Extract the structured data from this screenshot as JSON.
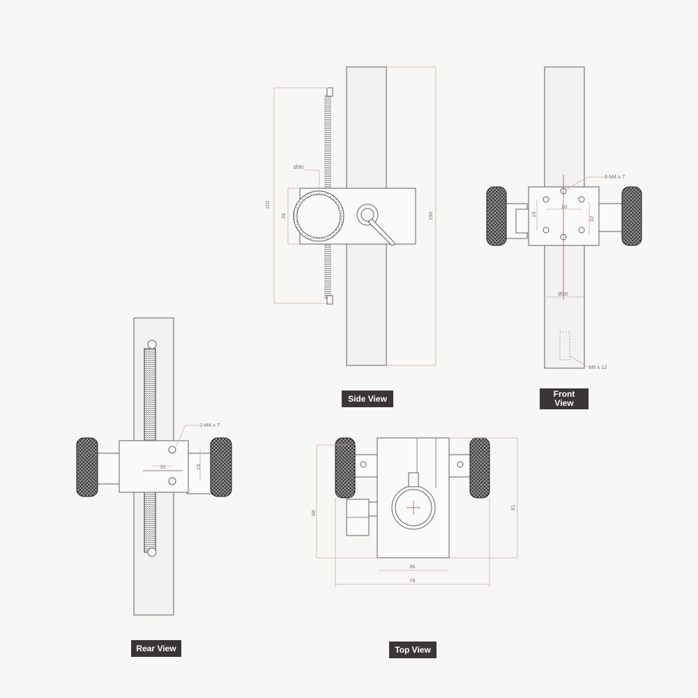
{
  "views": {
    "side": {
      "label": "Side View"
    },
    "front": {
      "label_line1": "Front",
      "label_line2": "View"
    },
    "rear": {
      "label": "Rear View"
    },
    "top": {
      "label": "Top View"
    }
  },
  "dimensions": {
    "side_height_total": "150",
    "side_rack_length": "110",
    "side_block_height": "28",
    "side_gear_diameter": "Ø30",
    "front_holes": "6-M4 x 7",
    "front_hole_spacing_h": "20",
    "front_hole_spacing_v": "15",
    "front_block_height": "22",
    "front_rod_diameter": "Ø20",
    "front_bottom_thread": "M6 x 12",
    "rear_holes": "2-M4 x 7",
    "rear_hole_spacing_h": "10",
    "rear_hole_spacing_v": "15",
    "top_width_total": "78",
    "top_bore_width": "36",
    "top_depth_left": "58",
    "top_depth_right": "61"
  },
  "colors": {
    "background": "#f7f7f5",
    "label_bg": "#3b3634",
    "dimension_line": "#d9a7a2",
    "center_line": "#9b3b3b",
    "outline": "#5e5e5e"
  }
}
